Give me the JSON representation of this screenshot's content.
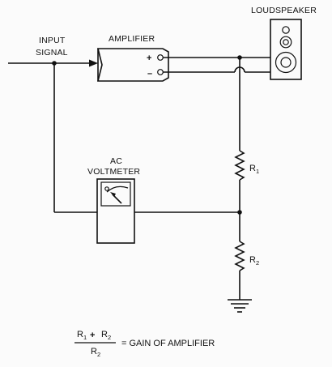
{
  "labels": {
    "input_line1": "INPUT",
    "input_line2": "SIGNAL",
    "amplifier": "AMPLIFIER",
    "loudspeaker": "LOUDSPEAKER",
    "ac_line1": "AC",
    "voltmeter": "VOLTMETER",
    "plus": "+",
    "minus": "–",
    "r1": "R",
    "r1_sub": "1",
    "r2": "R",
    "r2_sub": "2"
  },
  "formula": {
    "num_r1": "R",
    "num_r1_sub": "1",
    "plus": "+",
    "num_r2": "R",
    "num_r2_sub": "2",
    "den_r2": "R",
    "den_r2_sub": "2",
    "equals_text": "= GAIN OF AMPLIFIER"
  }
}
